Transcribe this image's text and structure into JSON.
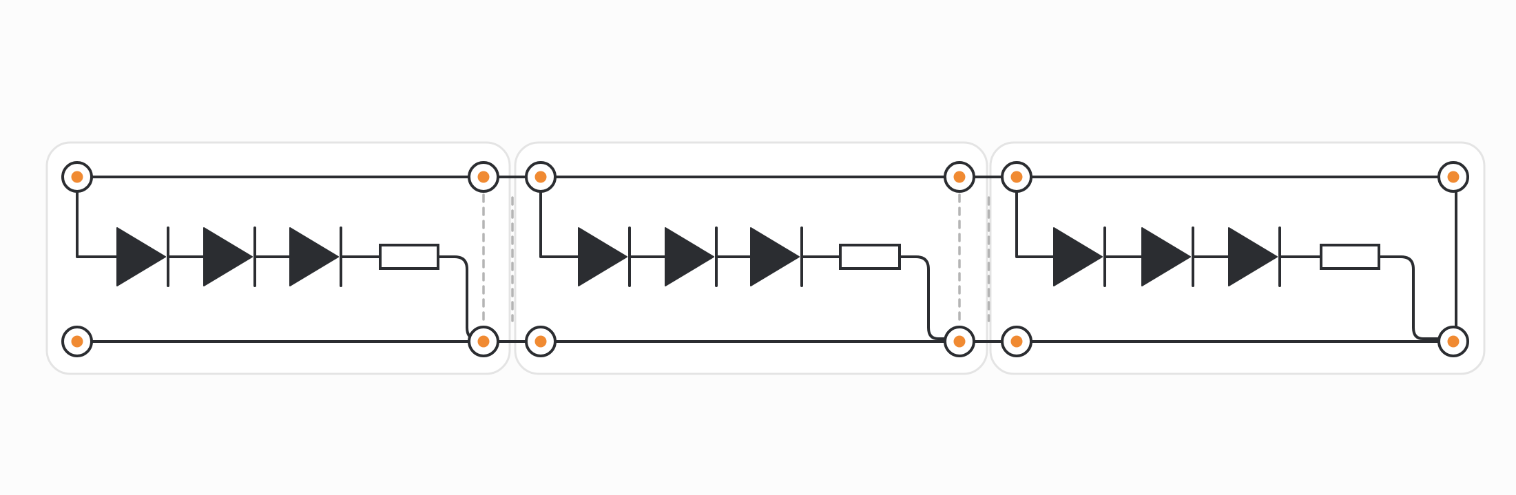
{
  "diagram": {
    "segment_count": 3,
    "diodes_per_segment": 3,
    "resistors_per_segment": 1,
    "pads_per_segment": 4,
    "colors": {
      "wire": "#2b2d31",
      "pad_center": "#f08a32",
      "card_border": "#e4e4e4",
      "link_dashes": "#b4b4b4",
      "background": "#fcfcfc"
    },
    "icons": [
      "diode-icon",
      "resistor-icon",
      "solder-pad-icon"
    ]
  }
}
